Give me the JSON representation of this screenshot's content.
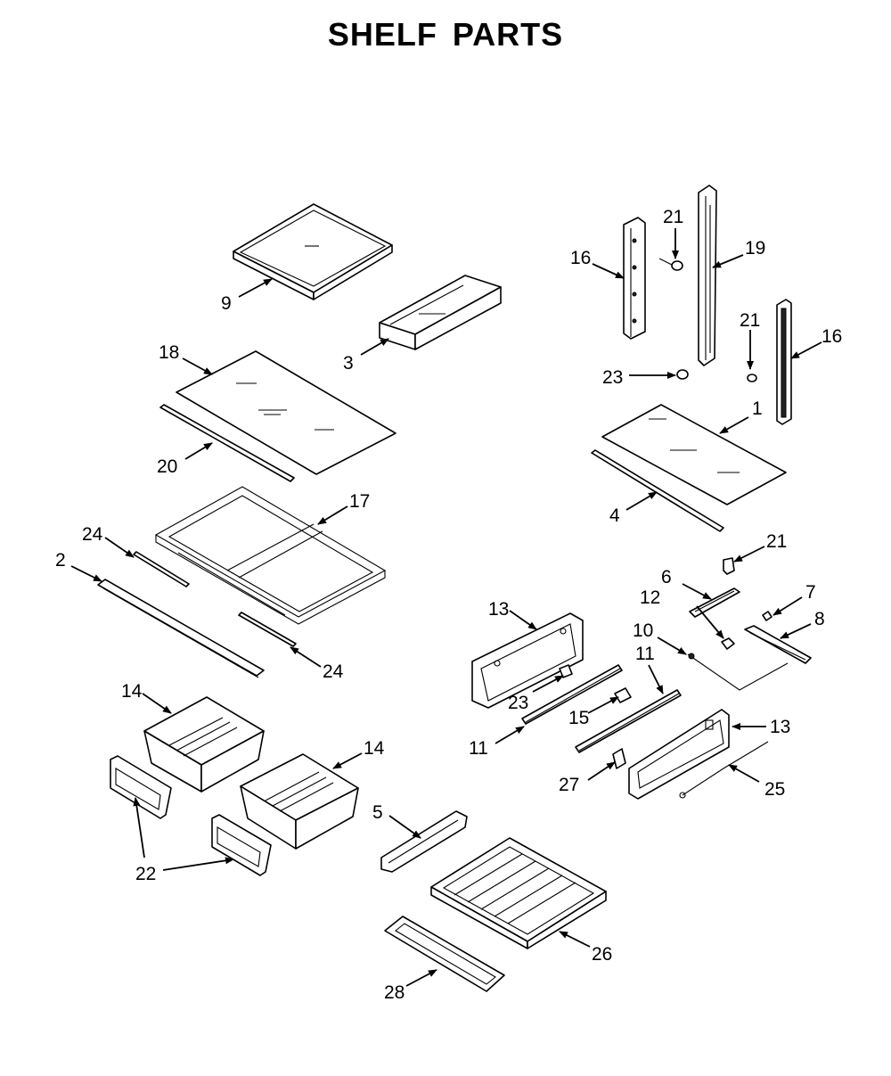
{
  "title": "SHELF PARTS",
  "callouts": [
    "9",
    "3",
    "18",
    "20",
    "17",
    "24",
    "2",
    "24",
    "14",
    "14",
    "22",
    "5",
    "26",
    "28",
    "16",
    "21",
    "19",
    "21",
    "16",
    "23",
    "1",
    "4",
    "21",
    "6",
    "12",
    "7",
    "8",
    "13",
    "10",
    "11",
    "23",
    "15",
    "11",
    "13",
    "27",
    "25"
  ]
}
